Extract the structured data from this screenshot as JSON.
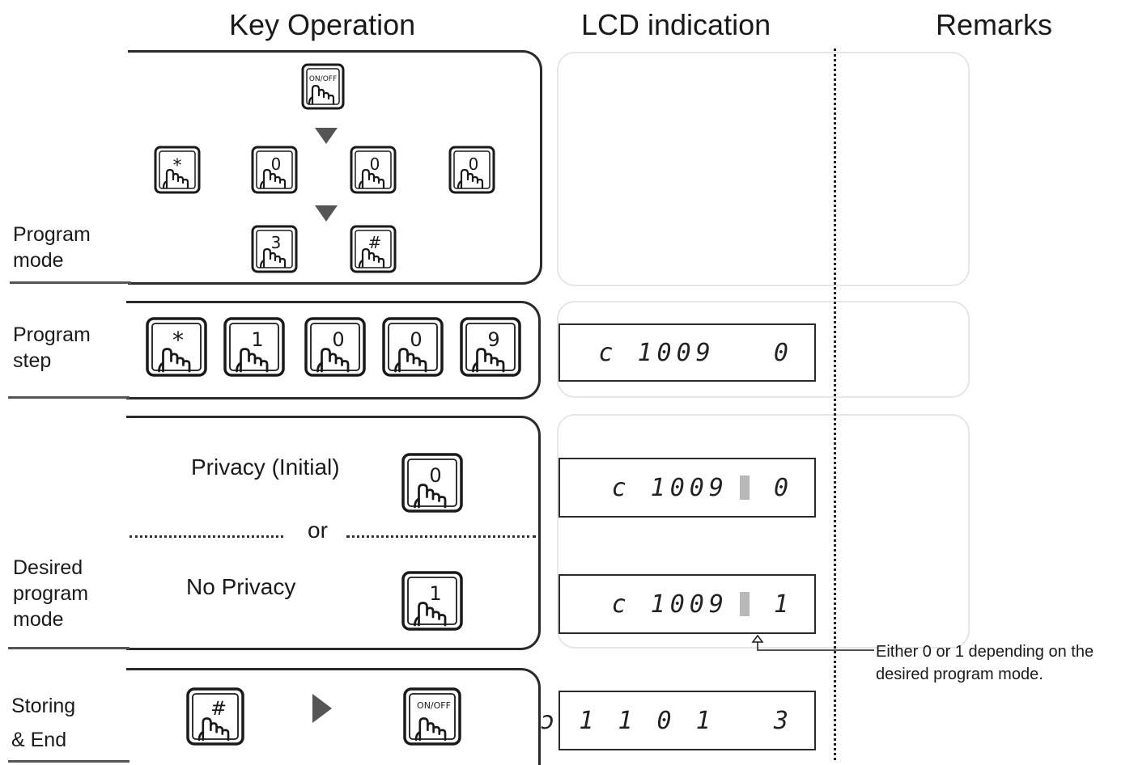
{
  "headers": {
    "key_operation": "Key Operation",
    "lcd_indication": "LCD  indication",
    "remarks": "Remarks"
  },
  "rows": {
    "program_mode": {
      "line1": "Program",
      "line2": "mode"
    },
    "program_step": {
      "line1": "Program",
      "line2": "step"
    },
    "desired_mode": {
      "line1": "Desired",
      "line2": "program",
      "line3": "mode"
    },
    "storing": {
      "line1": "Storing",
      "line2": "& End"
    }
  },
  "keys": {
    "on_off": "ON/OFF",
    "star": "*",
    "zero": "0",
    "one": "1",
    "three": "3",
    "nine": "9",
    "hash": "#"
  },
  "options": {
    "privacy_initial": "Privacy (Initial)",
    "or": "or",
    "no_privacy": "No Privacy"
  },
  "lcd": {
    "step_display": "c 1009   0",
    "privacy_display_prefix": "c 1009",
    "privacy_display_suffix": "0",
    "no_privacy_display_prefix": "c 1009",
    "no_privacy_display_suffix": "1",
    "storing_display": "ɔ 1 1 0 1   3"
  },
  "remarks": {
    "note_line1": "Either 0 or 1 depending on the",
    "note_line2": "desired program mode."
  },
  "colors": {
    "ink": "#1a1a1a",
    "arrow": "#555555",
    "lcd_block": "#b8b8b8"
  }
}
